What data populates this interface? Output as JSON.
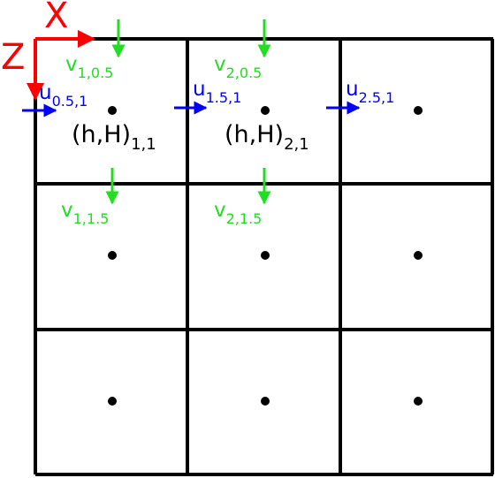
{
  "axes": {
    "x_label": "X",
    "z_label": "Z",
    "color": "#ff0000"
  },
  "colors": {
    "grid": "#000000",
    "u_arrow": "#0000ff",
    "v_arrow": "#22dd22",
    "cell_center": "#000000",
    "cell_label": "#000000"
  },
  "grid": {
    "rows": 3,
    "cols": 3
  },
  "u_velocities": [
    {
      "base": "u",
      "sub": "0.5,1"
    },
    {
      "base": "u",
      "sub": "1.5,1"
    },
    {
      "base": "u",
      "sub": "2.5,1"
    }
  ],
  "v_velocities": [
    {
      "base": "v",
      "sub": "1,0.5"
    },
    {
      "base": "v",
      "sub": "2,0.5"
    },
    {
      "base": "v",
      "sub": "1,1.5"
    },
    {
      "base": "v",
      "sub": "2,1.5"
    }
  ],
  "cell_labels": [
    {
      "base": "(h,H)",
      "sub": "1,1"
    },
    {
      "base": "(h,H)",
      "sub": "2,1"
    }
  ]
}
